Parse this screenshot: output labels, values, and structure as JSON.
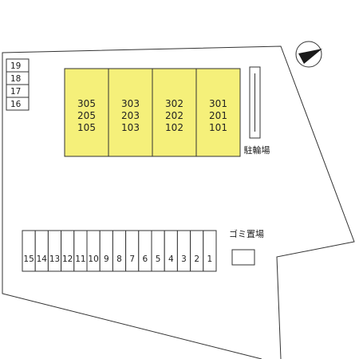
{
  "colors": {
    "building_fill": "#f5f07a",
    "line": "#333333",
    "background": "#ffffff"
  },
  "compass": {
    "icon": "north-arrow-icon"
  },
  "building_units": [
    {
      "rooms": [
        "305",
        "205",
        "105"
      ]
    },
    {
      "rooms": [
        "303",
        "203",
        "103"
      ]
    },
    {
      "rooms": [
        "302",
        "202",
        "102"
      ]
    },
    {
      "rooms": [
        "301",
        "201",
        "101"
      ]
    }
  ],
  "parking_left": [
    "19",
    "18",
    "17",
    "16"
  ],
  "parking_bottom": [
    "15",
    "14",
    "13",
    "12",
    "11",
    "10",
    "9",
    "8",
    "7",
    "6",
    "5",
    "4",
    "3",
    "2",
    "1"
  ],
  "labels": {
    "bicycle_parking": "駐輪場",
    "garbage_area": "ゴミ置場"
  }
}
